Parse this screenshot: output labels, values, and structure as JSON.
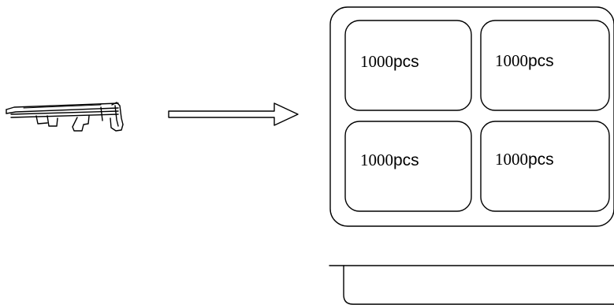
{
  "tray": {
    "compartments": [
      {
        "number": "1000",
        "unit": "pcs"
      },
      {
        "number": "1000",
        "unit": "pcs"
      },
      {
        "number": "1000",
        "unit": "pcs"
      },
      {
        "number": "1000",
        "unit": "pcs"
      }
    ]
  },
  "icons": {
    "part": "metal-clip-part-icon",
    "arrow": "right-arrow-icon",
    "tray_top": "packing-tray-top-view",
    "tray_side": "packing-tray-side-view"
  }
}
